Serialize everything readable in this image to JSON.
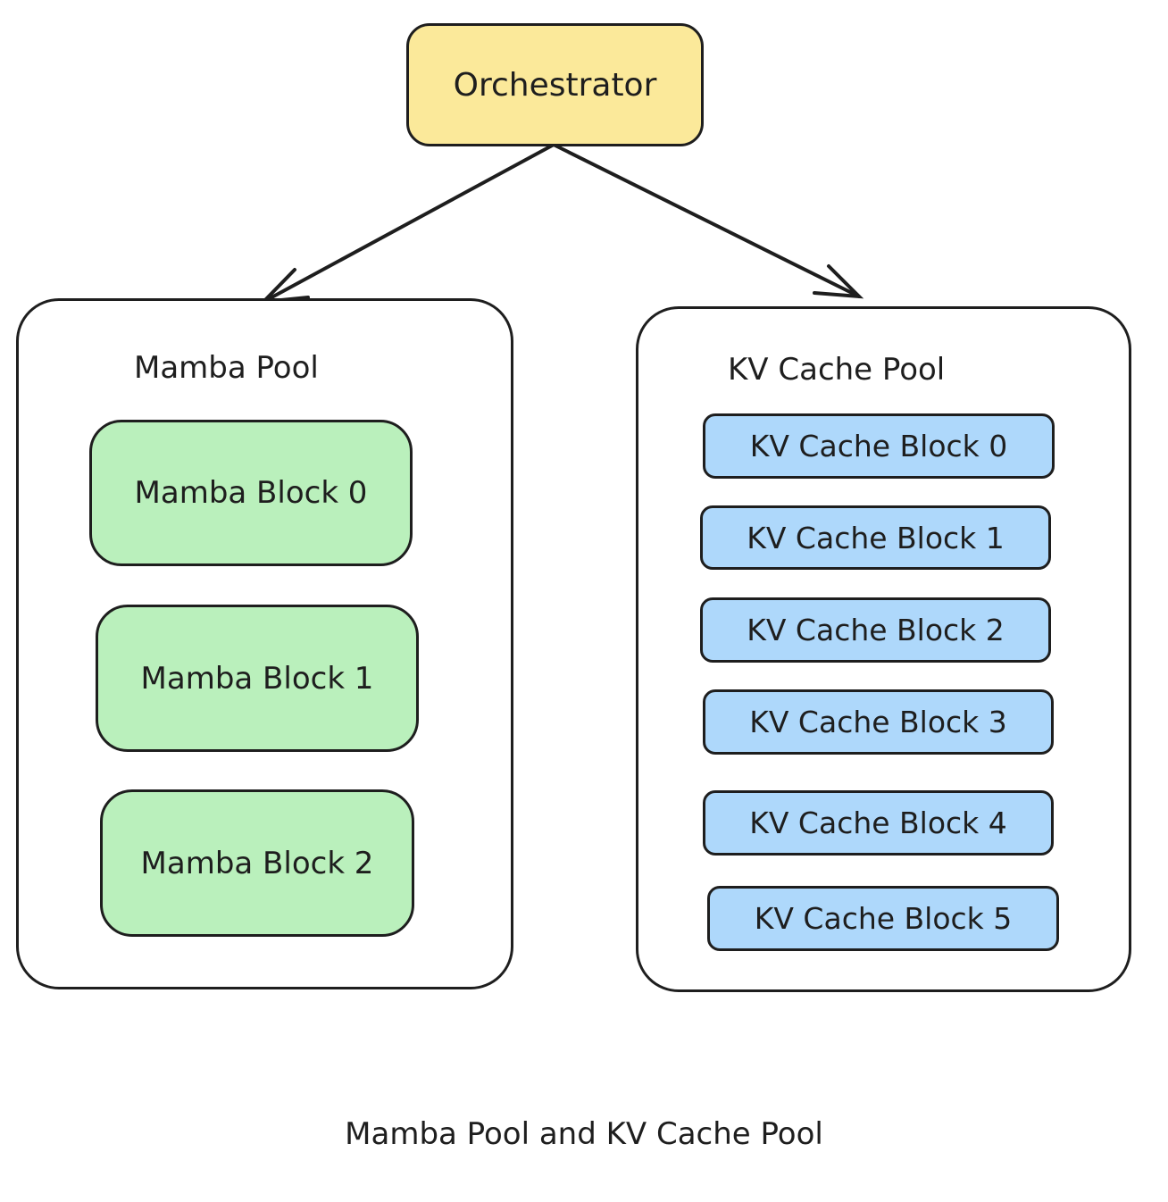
{
  "orchestrator": {
    "label": "Orchestrator",
    "color": "#fbe99a"
  },
  "mamba_pool": {
    "title": "Mamba Pool",
    "block_color": "#baf0bc",
    "blocks": [
      "Mamba Block 0",
      "Mamba Block 1",
      "Mamba Block 2"
    ]
  },
  "kv_pool": {
    "title": "KV Cache Pool",
    "block_color": "#aed8fb",
    "blocks": [
      "KV Cache Block 0",
      "KV Cache Block 1",
      "KV Cache Block 2",
      "KV Cache Block 3",
      "KV Cache Block 4",
      "KV Cache Block 5"
    ]
  },
  "edges": [
    {
      "from": "Orchestrator",
      "to": "Mamba Pool"
    },
    {
      "from": "Orchestrator",
      "to": "KV Cache Pool"
    }
  ],
  "caption": "Mamba Pool and KV Cache Pool"
}
